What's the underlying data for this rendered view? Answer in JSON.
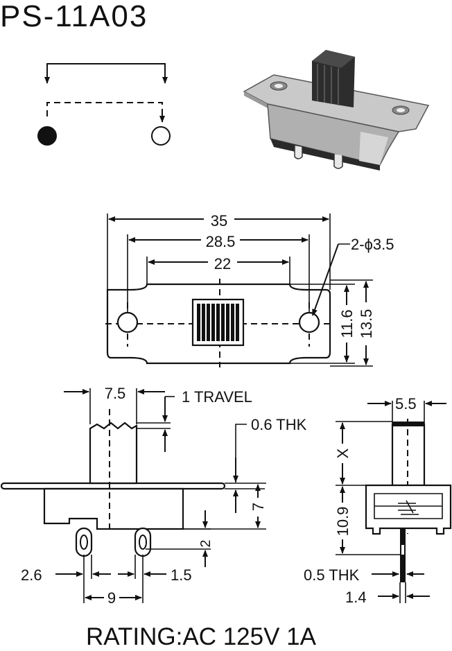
{
  "title": "PS-11A03",
  "rating": "RATING:AC 125V 1A",
  "top_view": {
    "overall": "35",
    "hole_pitch": "28.5",
    "inner": "22",
    "holes": "2-ϕ3.5",
    "height_inner": "11.6",
    "height_outer": "13.5"
  },
  "front_view": {
    "knob_width": "7.5",
    "travel": "1 TRAVEL",
    "thickness": "0.6 THK",
    "height": "7",
    "pin_len": "2",
    "pin_offset": "2.6",
    "pin_spacing": "1.5",
    "pin_pitch": "9"
  },
  "side_view": {
    "knob_width": "5.5",
    "knob_height": "X",
    "body_height": "10.9",
    "pin_thk": "0.5 THK",
    "pin_width": "1.4"
  }
}
